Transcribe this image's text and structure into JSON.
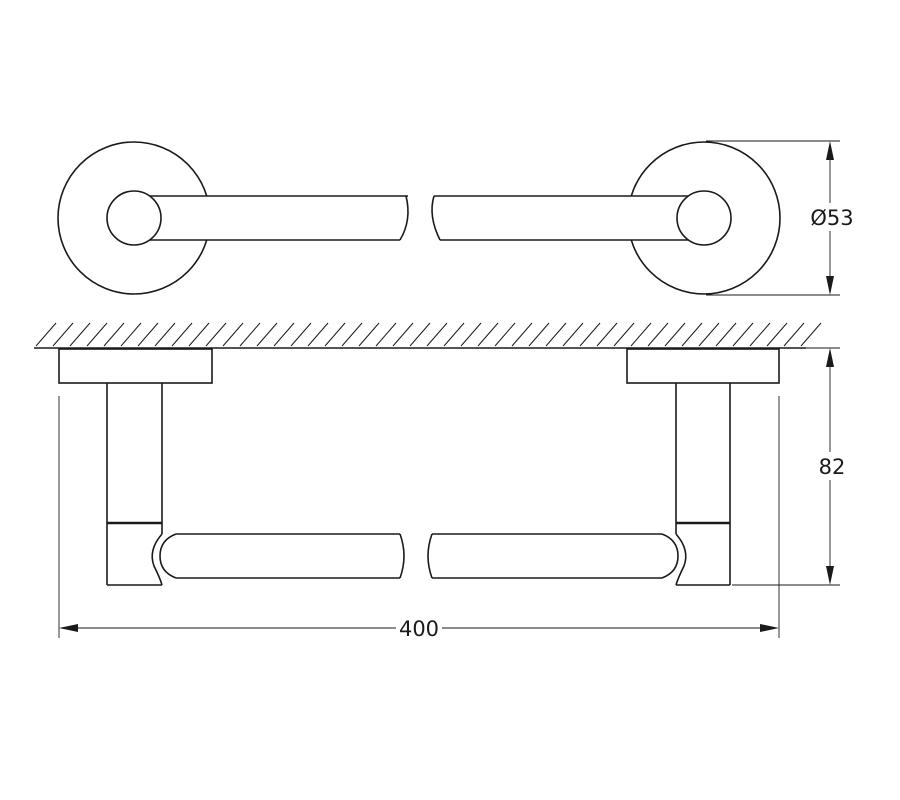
{
  "dimensions": {
    "diameter_label": "Ø53",
    "height_label": "82",
    "width_label": "400"
  }
}
